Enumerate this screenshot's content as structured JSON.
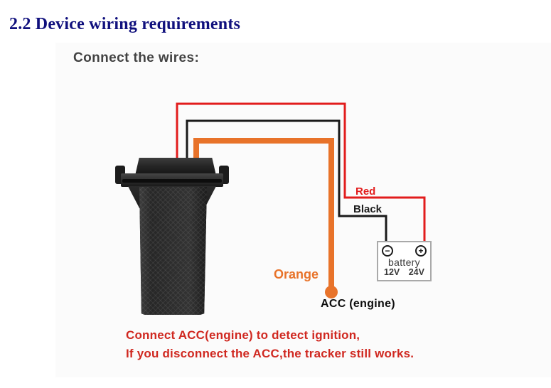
{
  "page": {
    "title": "2.2 Device wiring requirements"
  },
  "diagram": {
    "subtitle": "Connect the wires:",
    "wire_labels": {
      "red": "Red",
      "black": "Black",
      "orange": "Orange",
      "acc": "ACC (engine)"
    },
    "battery": {
      "name": "battery",
      "voltages": "12V 24V",
      "minus_symbol": "−",
      "plus_symbol": "+"
    },
    "notes": {
      "line1": "Connect ACC(engine) to detect ignition,",
      "line2": "If you disconnect the ACC,the tracker still works."
    },
    "colors": {
      "title_navy": "#10107d",
      "red_wire": "#e21c1c",
      "black_wire": "#1a1a1a",
      "orange_wire": "#e8732a",
      "note_red": "#d02820",
      "subtitle_gray": "#424242"
    }
  }
}
